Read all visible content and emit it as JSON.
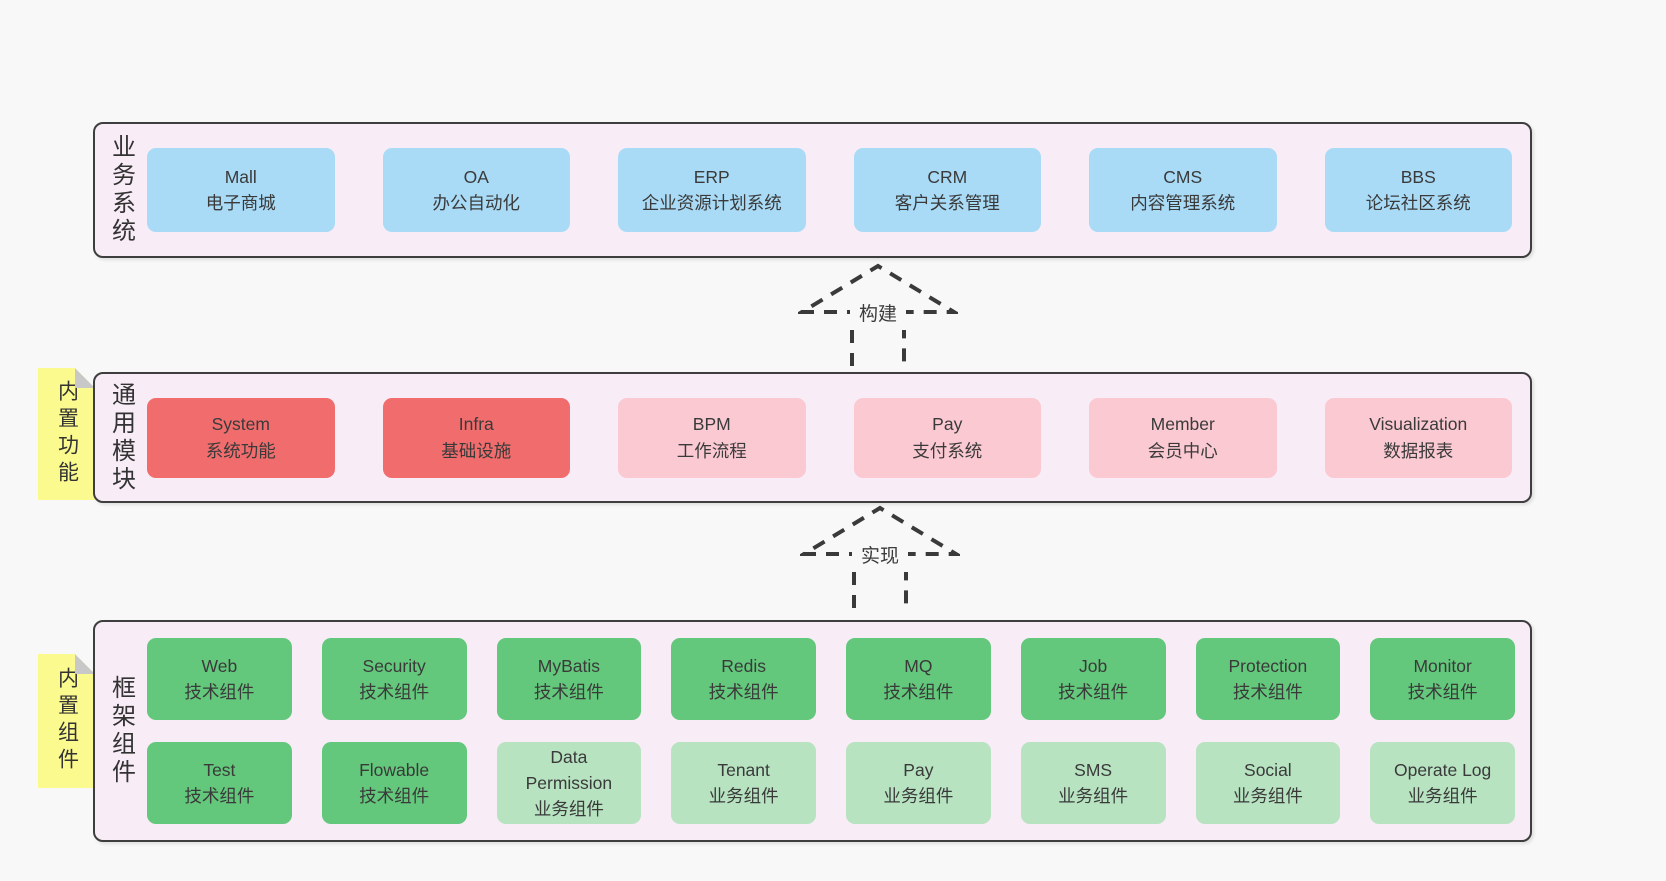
{
  "colors": {
    "page_bg": "#f8f8f8",
    "panel_bg": "#f8edf6",
    "panel_border": "#3e3e3e",
    "blue": "#a9dbf7",
    "red": "#f16c6c",
    "pink": "#fbc9d2",
    "green": "#63c87b",
    "green_light": "#b7e3c1",
    "sticky_yellow": "#fbfa8f",
    "sticky_fold": "#c8c8c8"
  },
  "arrows": [
    {
      "label": "构建"
    },
    {
      "label": "实现"
    }
  ],
  "layers": {
    "business": {
      "label": "业务系统",
      "boxes": [
        {
          "en": "Mall",
          "zh": "电子商城"
        },
        {
          "en": "OA",
          "zh": "办公自动化"
        },
        {
          "en": "ERP",
          "zh": "企业资源计划系统"
        },
        {
          "en": "CRM",
          "zh": "客户关系管理"
        },
        {
          "en": "CMS",
          "zh": "内容管理系统"
        },
        {
          "en": "BBS",
          "zh": "论坛社区系统"
        }
      ]
    },
    "modules": {
      "label": "通用模块",
      "sticky": "内置功能",
      "boxes": [
        {
          "en": "System",
          "zh": "系统功能"
        },
        {
          "en": "Infra",
          "zh": "基础设施"
        },
        {
          "en": "BPM",
          "zh": "工作流程"
        },
        {
          "en": "Pay",
          "zh": "支付系统"
        },
        {
          "en": "Member",
          "zh": "会员中心"
        },
        {
          "en": "Visualization",
          "zh": "数据报表"
        }
      ]
    },
    "framework": {
      "label": "框架组件",
      "sticky": "内置组件",
      "row1": [
        {
          "en": "Web",
          "zh": "技术组件"
        },
        {
          "en": "Security",
          "zh": "技术组件"
        },
        {
          "en": "MyBatis",
          "zh": "技术组件"
        },
        {
          "en": "Redis",
          "zh": "技术组件"
        },
        {
          "en": "MQ",
          "zh": "技术组件"
        },
        {
          "en": "Job",
          "zh": "技术组件"
        },
        {
          "en": "Protection",
          "zh": "技术组件"
        },
        {
          "en": "Monitor",
          "zh": "技术组件"
        }
      ],
      "row2": [
        {
          "en": "Test",
          "zh": "技术组件"
        },
        {
          "en": "Flowable",
          "zh": "技术组件"
        },
        {
          "en": "Data Permission",
          "zh": "业务组件"
        },
        {
          "en": "Tenant",
          "zh": "业务组件"
        },
        {
          "en": "Pay",
          "zh": "业务组件"
        },
        {
          "en": "SMS",
          "zh": "业务组件"
        },
        {
          "en": "Social",
          "zh": "业务组件"
        },
        {
          "en": "Operate Log",
          "zh": "业务组件"
        }
      ]
    }
  }
}
